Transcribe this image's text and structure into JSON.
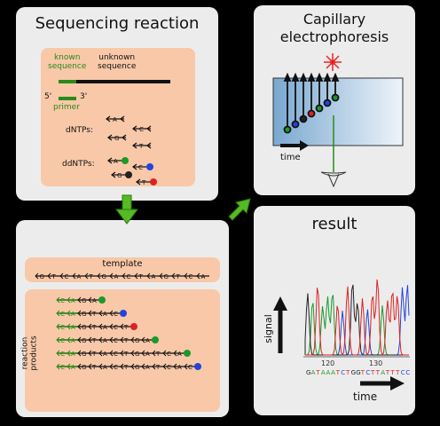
{
  "panel1": {
    "title": "Sequencing reaction",
    "known_label": "known\nsequence",
    "unknown_label": "unknown\nsequence",
    "five_prime": "5'",
    "three_prime": "3'",
    "primer_label": "primer",
    "dntps_label": "dNTPs:",
    "ddntps_label": "ddNTPs:",
    "dntps": [
      "A",
      "C",
      "G",
      "T"
    ],
    "ddntps": [
      "A",
      "C",
      "G",
      "T"
    ]
  },
  "panel2": {
    "title": "Capillary\nelectrophoresis",
    "time_label": "time"
  },
  "panel3": {
    "template_label": "template",
    "template_sequence": "GTCATGACTAGTCA",
    "reaction_label": "reaction\nproducts",
    "products": [
      "CAGA",
      "CAGTAC",
      "CAGTACT",
      "CAGTACTGA",
      "CAGTACTGATCA",
      "CAGTACTGATCAC"
    ]
  },
  "panel4": {
    "title": "result",
    "signal_label": "signal",
    "time_label": "time",
    "tick_120": "120",
    "tick_130": "130",
    "bases": "GATAAATCTGGTCTTATTTCC"
  },
  "colors": {
    "A": "#1a9a2a",
    "C": "#2244dd",
    "G": "#222222",
    "T": "#dd2222",
    "arrow": "#55bb22",
    "peach": "#f8c8a8"
  }
}
